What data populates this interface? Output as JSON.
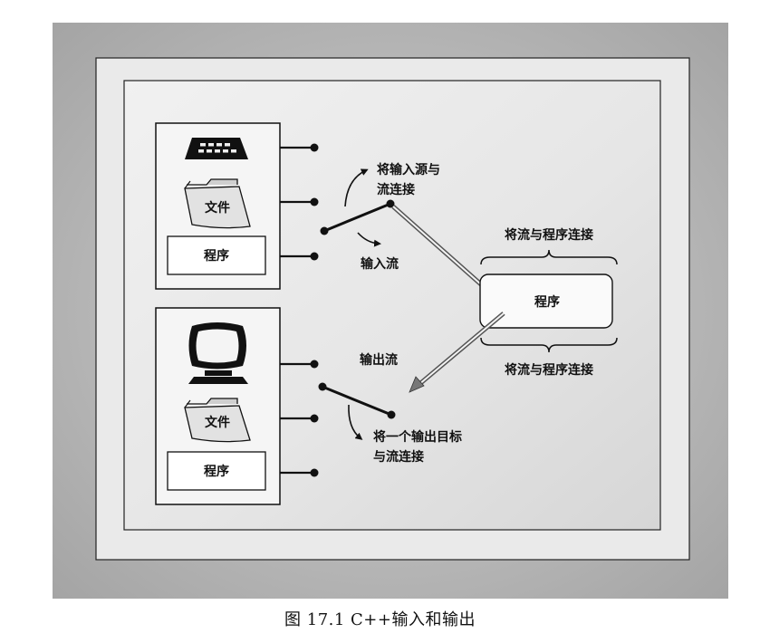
{
  "diagram": {
    "input_group": {
      "file_label": "文件",
      "program_label": "程序"
    },
    "output_group": {
      "file_label": "文件",
      "program_label": "程序"
    },
    "connect_input_label_line1": "将输入源与",
    "connect_input_label_line2": "流连接",
    "input_stream_label": "输入流",
    "output_stream_label": "输出流",
    "connect_output_label_line1": "将一个输出目标",
    "connect_output_label_line2": "与流连接",
    "program_box_label": "程序",
    "connect_program_top": "将流与程序连接",
    "connect_program_bottom": "将流与程序连接"
  },
  "caption": {
    "text": "图 17.1    C++输入和输出"
  }
}
